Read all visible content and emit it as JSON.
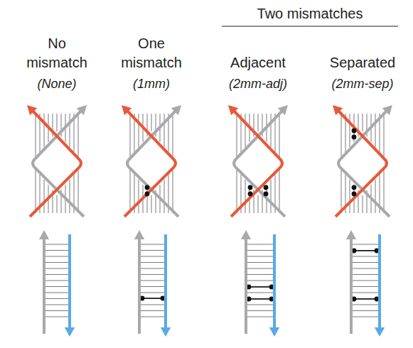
{
  "diagram": {
    "labels": [
      "No mismatch",
      "(None)",
      "One mismatch",
      "(1mm)",
      "Two mismatches",
      "Adjacent",
      "(2mm-adj)",
      "Separated",
      "(2mm-sep)"
    ]
  }
}
